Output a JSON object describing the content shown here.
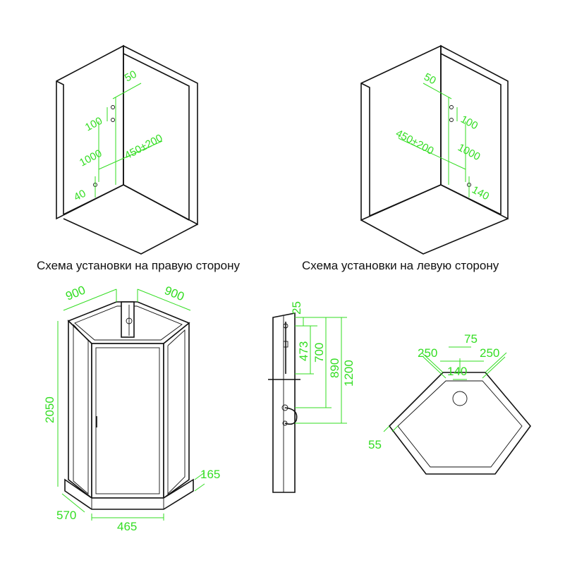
{
  "colors": {
    "dimension": "#33dd22",
    "line": "#111111",
    "background": "#ffffff"
  },
  "right_scheme": {
    "caption": "Схема установки на правую сторону",
    "dims": {
      "top": "50",
      "spacing": "100",
      "height": "1000",
      "offset": "450±200",
      "bottom": "40"
    }
  },
  "left_scheme": {
    "caption": "Схема установки на левую сторону",
    "dims": {
      "top": "50",
      "spacing": "100",
      "offset": "450±200",
      "height": "1000",
      "bottom": "140"
    }
  },
  "cabin": {
    "dims": {
      "width_left": "900",
      "width_right": "900",
      "height": "2050",
      "base": "165",
      "depth": "570",
      "front": "465"
    }
  },
  "panel": {
    "dims": {
      "d25": "25",
      "d473": "473",
      "d700": "700",
      "d890": "890",
      "d1200": "1200"
    }
  },
  "tray": {
    "dims": {
      "center": "75",
      "left": "250",
      "right": "250",
      "drain": "140",
      "edge": "55"
    }
  }
}
